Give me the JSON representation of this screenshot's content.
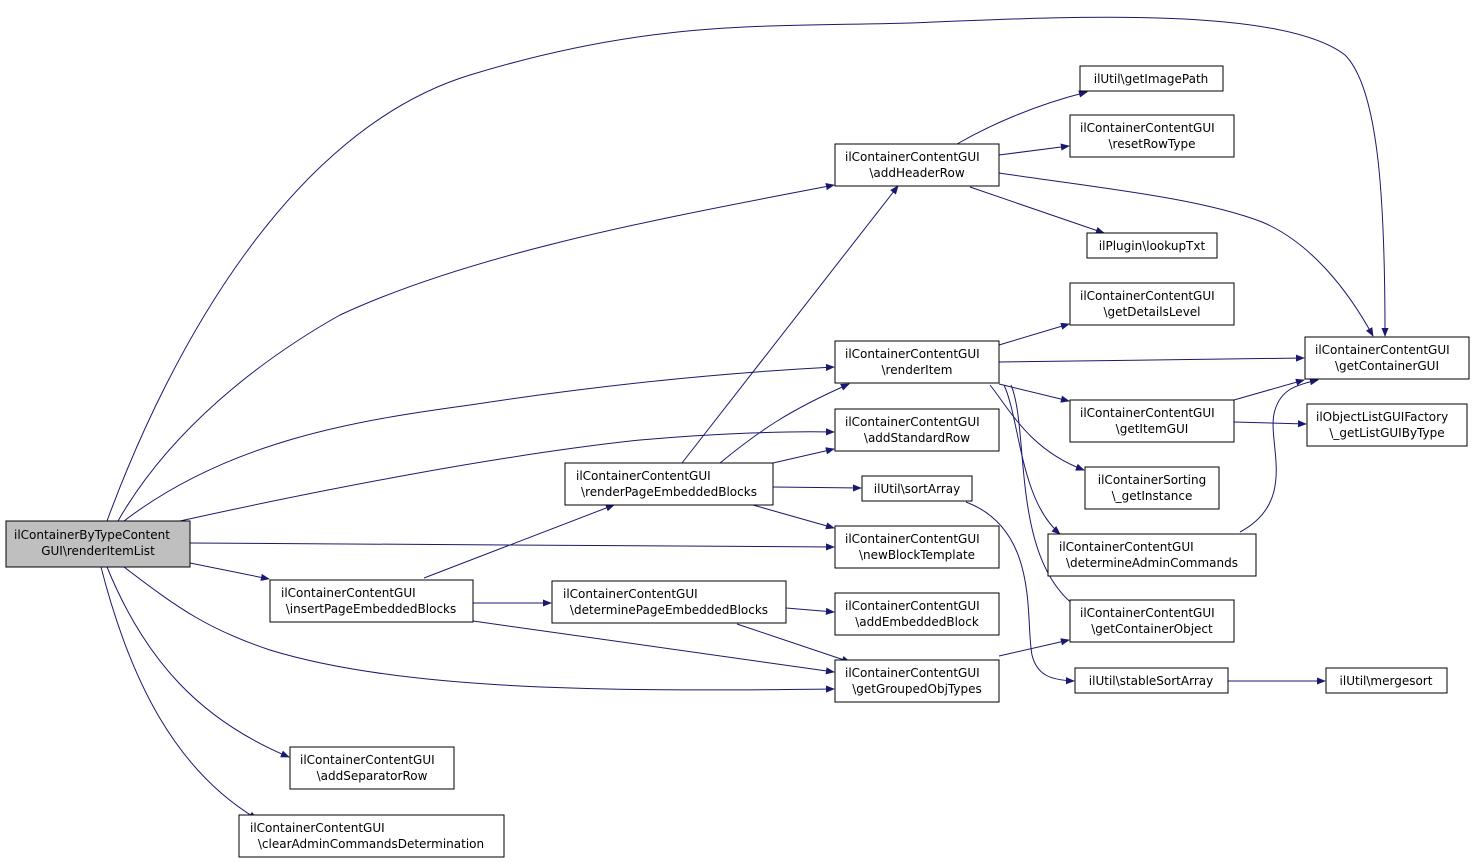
{
  "colors": {
    "edge": "#191970",
    "root_fill": "#bfbfbf",
    "node_fill": "#ffffff",
    "border": "#000000"
  },
  "nodes": {
    "root": [
      "ilContainerByTypeContent",
      "GUI\\renderItemList"
    ],
    "addHeaderRow": [
      "ilContainerContentGUI",
      "\\addHeaderRow"
    ],
    "getImagePath": [
      "ilUtil\\getImagePath"
    ],
    "resetRowType": [
      "ilContainerContentGUI",
      "\\resetRowType"
    ],
    "lookupTxt": [
      "ilPlugin\\lookupTxt"
    ],
    "getDetailsLevel": [
      "ilContainerContentGUI",
      "\\getDetailsLevel"
    ],
    "getContainerGUI": [
      "ilContainerContentGUI",
      "\\getContainerGUI"
    ],
    "renderItem": [
      "ilContainerContentGUI",
      "\\renderItem"
    ],
    "getItemGUI": [
      "ilContainerContentGUI",
      "\\getItemGUI"
    ],
    "getListGUIByType": [
      "ilObjectListGUIFactory",
      "\\_getListGUIByType"
    ],
    "addStandardRow": [
      "ilContainerContentGUI",
      "\\addStandardRow"
    ],
    "renderPageEmbeddedBlocks": [
      "ilContainerContentGUI",
      "\\renderPageEmbeddedBlocks"
    ],
    "sortArray": [
      "ilUtil\\sortArray"
    ],
    "getInstance": [
      "ilContainerSorting",
      "\\_getInstance"
    ],
    "newBlockTemplate": [
      "ilContainerContentGUI",
      "\\newBlockTemplate"
    ],
    "determineAdminCommands": [
      "ilContainerContentGUI",
      "\\determineAdminCommands"
    ],
    "insertPageEmbeddedBlocks": [
      "ilContainerContentGUI",
      "\\insertPageEmbeddedBlocks"
    ],
    "determinePageEmbeddedBlocks": [
      "ilContainerContentGUI",
      "\\determinePageEmbeddedBlocks"
    ],
    "addEmbeddedBlock": [
      "ilContainerContentGUI",
      "\\addEmbeddedBlock"
    ],
    "getContainerObject": [
      "ilContainerContentGUI",
      "\\getContainerObject"
    ],
    "getGroupedObjTypes": [
      "ilContainerContentGUI",
      "\\getGroupedObjTypes"
    ],
    "stableSortArray": [
      "ilUtil\\stableSortArray"
    ],
    "mergesort": [
      "ilUtil\\mergesort"
    ],
    "addSeparatorRow": [
      "ilContainerContentGUI",
      "\\addSeparatorRow"
    ],
    "clearAdminCommandsDetermination": [
      "ilContainerContentGUI",
      "\\clearAdminCommandsDetermination"
    ]
  }
}
